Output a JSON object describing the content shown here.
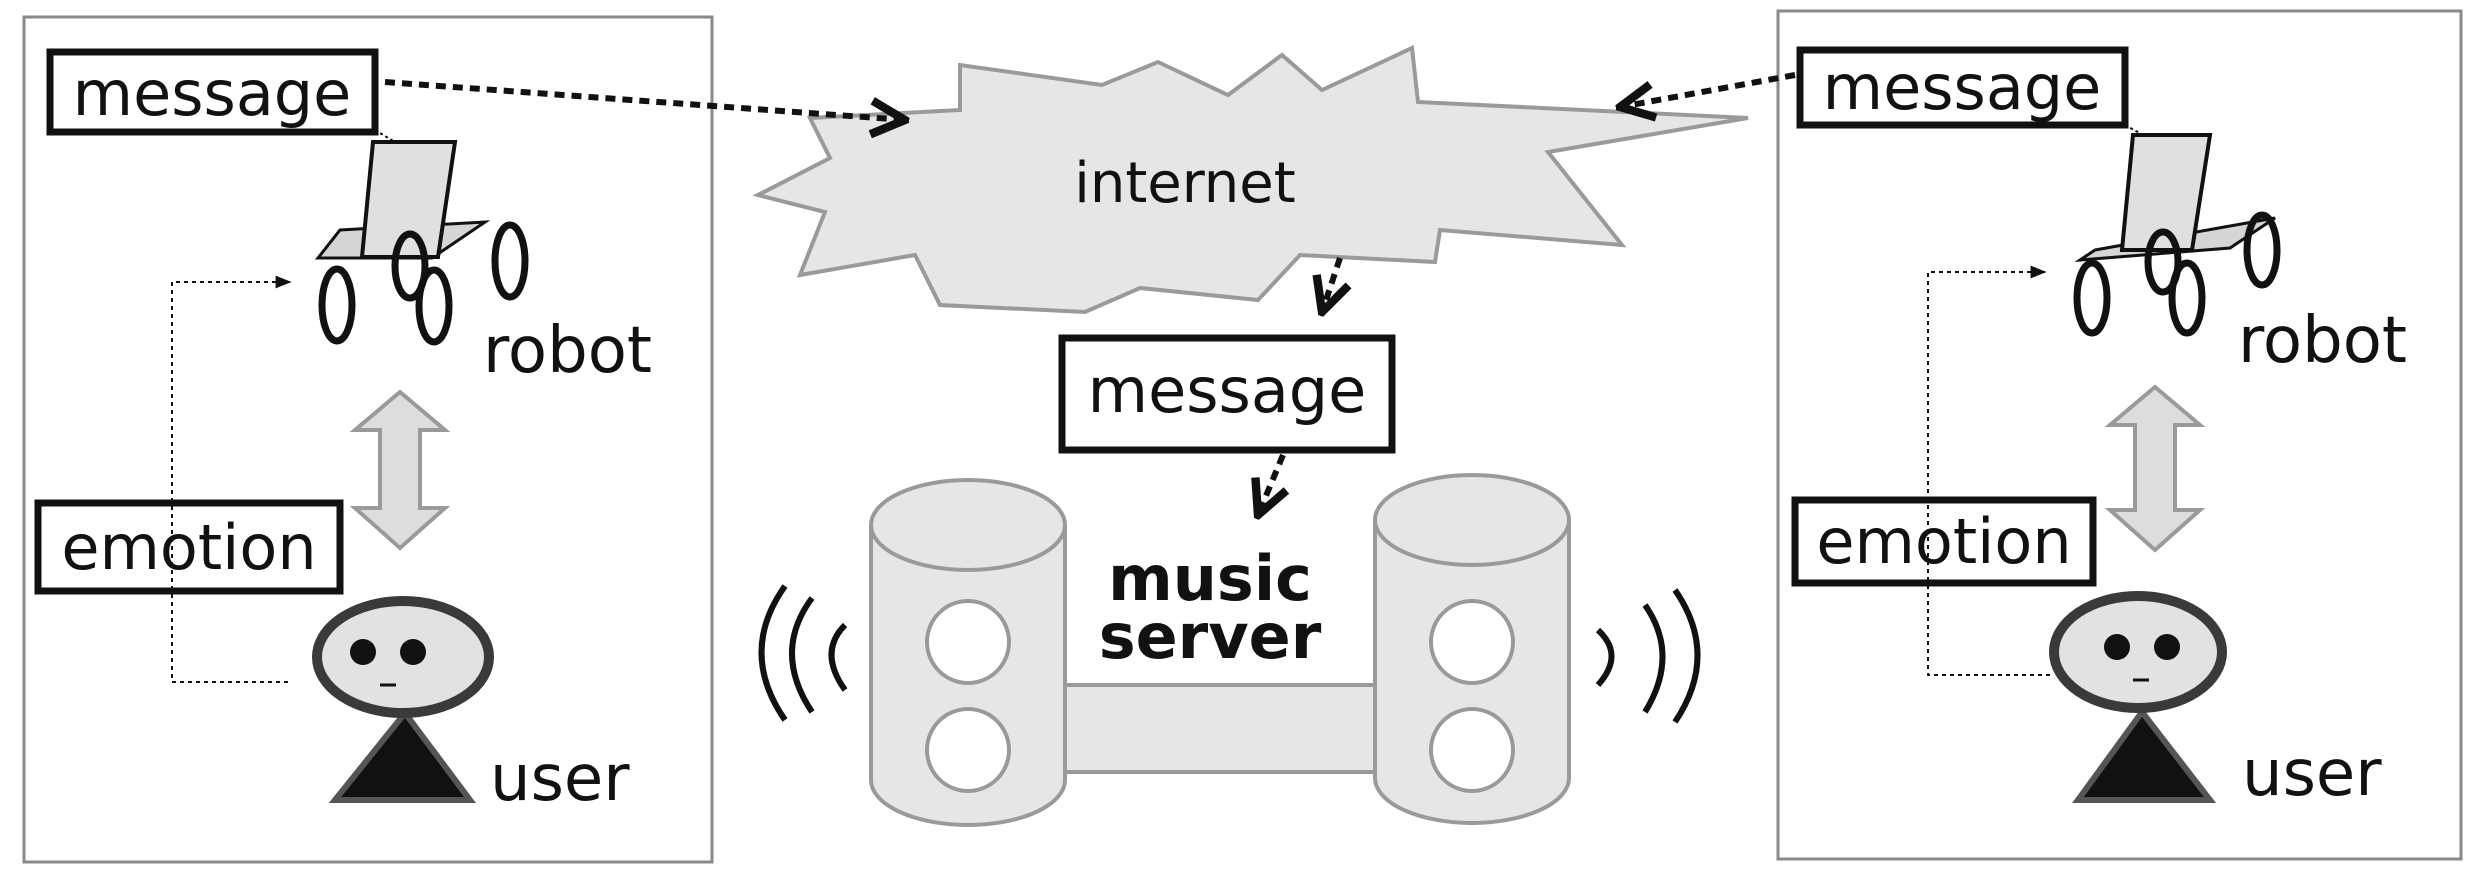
{
  "internet_label": "internet",
  "server": {
    "line1": "music",
    "line2": "server",
    "message_label": "message"
  },
  "left_panel": {
    "message_label": "message",
    "robot_label": "robot",
    "emotion_label": "emotion",
    "user_label": "user"
  },
  "right_panel": {
    "message_label": "message",
    "robot_label": "robot",
    "emotion_label": "emotion",
    "user_label": "user"
  },
  "colors": {
    "stroke": "#111111",
    "cloud_fill": "#e6e6e6",
    "panel_border": "#8a8a8a",
    "arrow_fill": "#dddddd",
    "arrow_stroke": "#9a9a9a"
  }
}
